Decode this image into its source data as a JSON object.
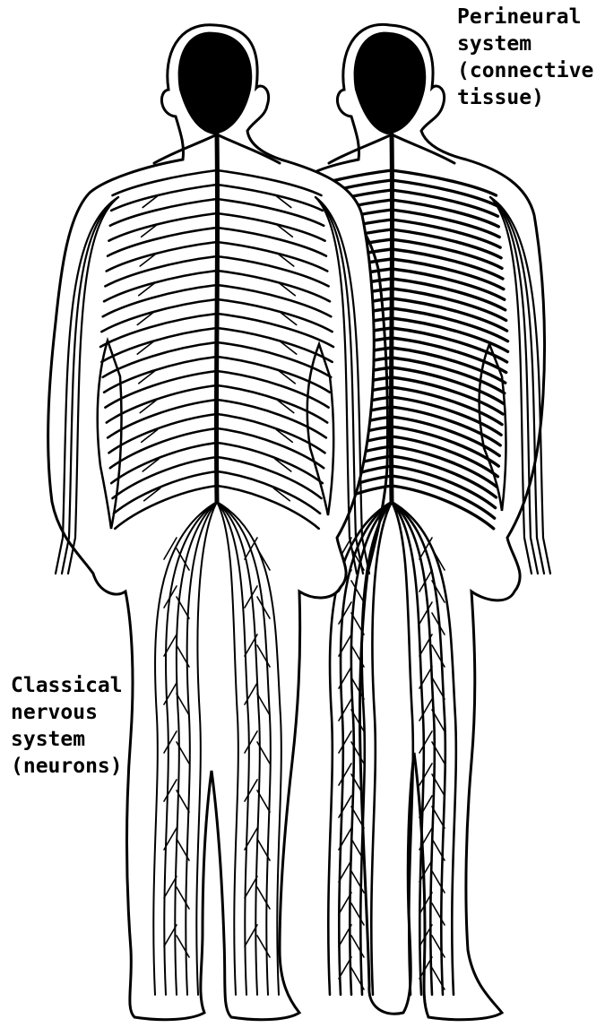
{
  "labels": {
    "perineural": [
      "Perineural",
      "system",
      "(connective",
      "tissue)"
    ],
    "classical": [
      "Classical",
      "nervous",
      "system",
      "(neurons)"
    ]
  },
  "colors": {
    "ink": "#000000",
    "paper": "#ffffff"
  },
  "figures": [
    {
      "id": "classical",
      "style": "branching-nerves"
    },
    {
      "id": "perineural",
      "style": "dense-sheath"
    }
  ]
}
